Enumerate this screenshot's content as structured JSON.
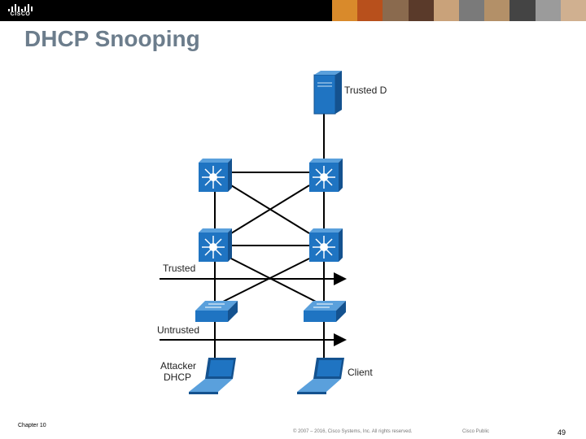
{
  "slide": {
    "title": "DHCP Snooping",
    "chapter": "Chapter 10",
    "copyright": "© 2007 – 2016, Cisco Systems, Inc. All rights reserved.",
    "classification": "Cisco Public",
    "page_number": "49"
  },
  "brand": {
    "logo_text": "CISCO"
  },
  "diagram": {
    "labels": {
      "trusted_dhcp": "Trusted DHCP",
      "trusted": "Trusted",
      "untrusted": "Untrusted",
      "attacker_line1": "Attacker",
      "attacker_line2": "DHCP",
      "client": "Client"
    }
  },
  "colors": {
    "device_blue": "#1f74c2",
    "device_dark": "#14528f",
    "title": "#6c7d8c"
  }
}
